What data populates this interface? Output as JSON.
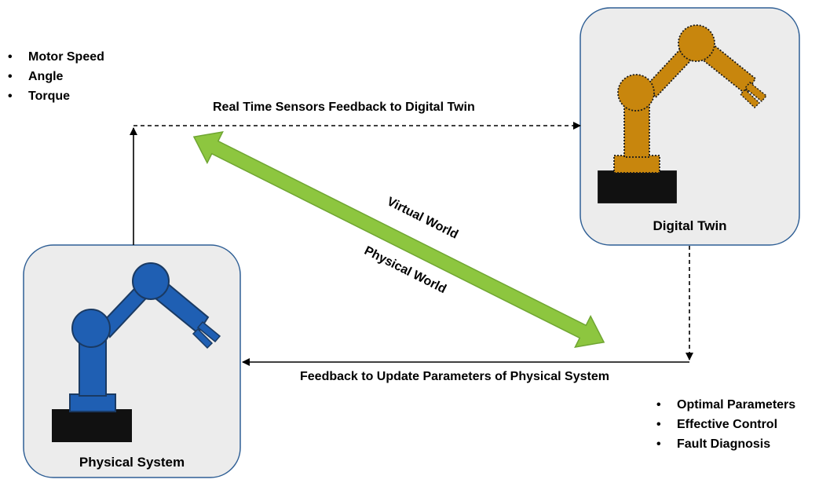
{
  "left_bullets": [
    "Motor Speed",
    "Angle",
    "Torque"
  ],
  "right_bullets": [
    "Optimal Parameters",
    "Effective Control",
    "Fault Diagnosis"
  ],
  "top_arrow_label": "Real Time Sensors Feedback to Digital Twin",
  "bottom_arrow_label": "Feedback to Update Parameters of Physical System",
  "virtual_world_label": "Virtual World",
  "physical_world_label": "Physical World",
  "physical_system": {
    "title": "Physical System",
    "robot_color": "#1f5fb3"
  },
  "digital_twin": {
    "title": "Digital Twin",
    "robot_color": "#c8860d"
  },
  "colors": {
    "box_fill": "#ececec",
    "box_border": "#2f5f95",
    "big_arrow": "#8dc63f"
  }
}
